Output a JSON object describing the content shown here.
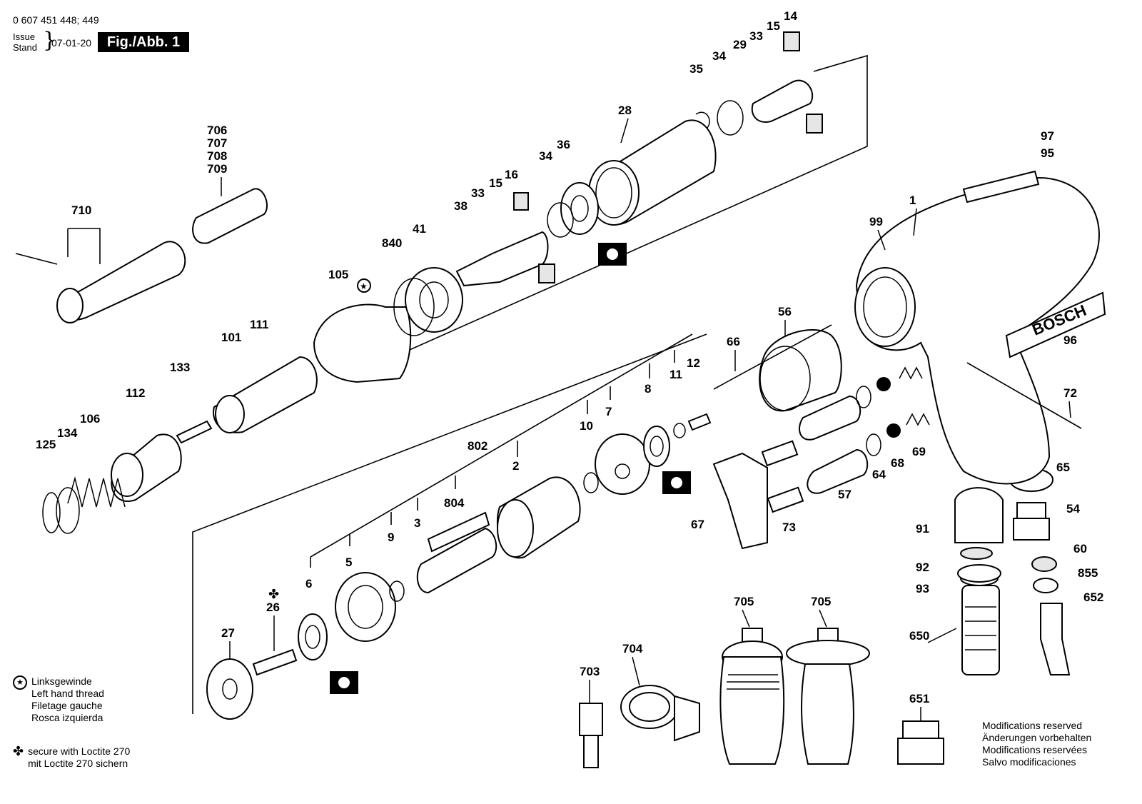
{
  "header": {
    "doc_number": "0 607 451 448; 449",
    "issue_label": "Issue",
    "stand_label": "Stand",
    "date": "07-01-20",
    "figure_label": "Fig./Abb. 1"
  },
  "brand": "BOSCH",
  "legend": {
    "left_hand_symbol_icon": "star-in-circle-icon",
    "left_hand_lines": [
      "Linksgewinde",
      "Left hand thread",
      "Filetage gauche",
      "Rosca izquierda"
    ],
    "loctite_symbol_icon": "four-leaf-clover-icon",
    "loctite_lines": [
      "secure with Loctite 270",
      "mit Loctite 270 sichern"
    ]
  },
  "modifications": [
    "Modifications reserved",
    "Änderungen vorbehalten",
    "Modifications reservées",
    "Salvo modificaciones"
  ],
  "callouts": [
    "706",
    "707",
    "708",
    "709",
    "710",
    "14",
    "15",
    "33",
    "29",
    "34",
    "35",
    "28",
    "36",
    "34",
    "16",
    "15",
    "33",
    "38",
    "41",
    "840",
    "105",
    "111",
    "101",
    "133",
    "112",
    "106",
    "134",
    "125",
    "97",
    "95",
    "99",
    "1",
    "96",
    "56",
    "66",
    "12",
    "11",
    "8",
    "7",
    "10",
    "802",
    "2",
    "804",
    "3",
    "9",
    "5",
    "6",
    "26",
    "27",
    "72",
    "69",
    "68",
    "64",
    "57",
    "73",
    "67",
    "65",
    "54",
    "91",
    "92",
    "60",
    "855",
    "93",
    "652",
    "650",
    "651",
    "705",
    "705",
    "704",
    "703"
  ]
}
